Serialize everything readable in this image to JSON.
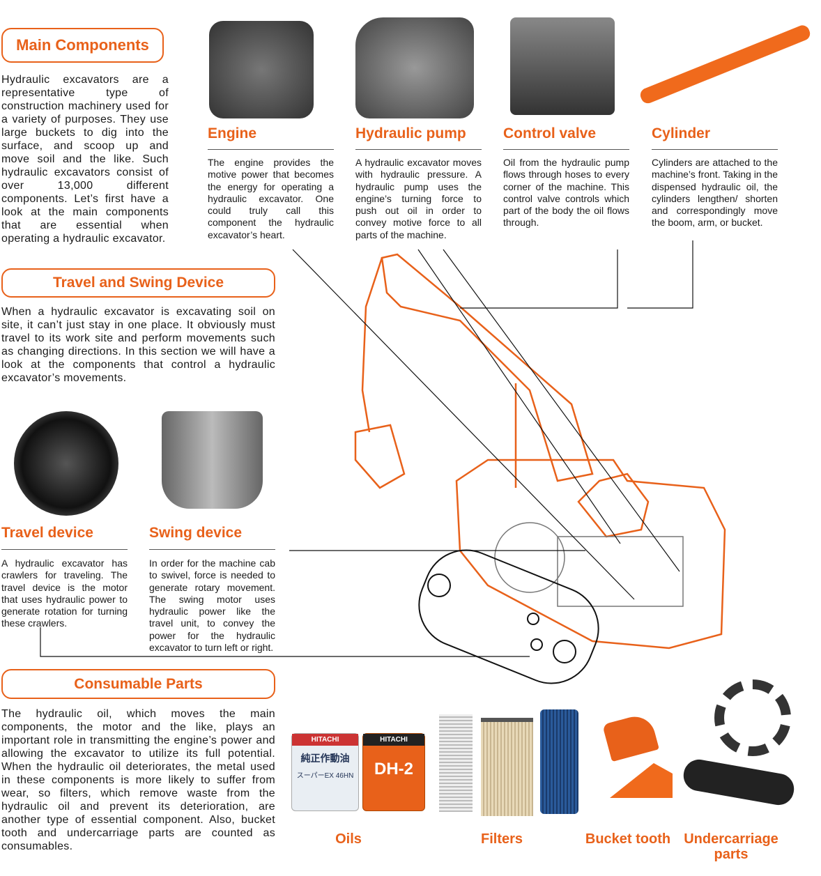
{
  "main_components": {
    "heading": "Main Components",
    "body": "Hydraulic excavators are a representative type of construction machinery used for a variety of purposes. They use large buckets to dig into the surface, and scoop up and move soil and the like. Such hydraulic excavators consist of over 13,000 different components. Let’s first have a look at the main components that are essential when operating a hydraulic excavator.",
    "items": [
      {
        "title": "Engine",
        "text": "The engine provides the motive power that becomes the energy for operating a hydraulic excavator. One could truly call this component the hydraulic excavator’s heart."
      },
      {
        "title": "Hydraulic pump",
        "text": "A hydraulic excavator moves with hydraulic pressure. A hydraulic pump uses the engine’s turning force to push out oil in order to convey motive force to all parts of the machine."
      },
      {
        "title": "Control valve",
        "text": "Oil from the hydraulic pump flows through hoses to every corner of the machine. This control valve controls which part of the body the oil flows through."
      },
      {
        "title": "Cylinder",
        "text": "Cylinders are attached to the machine’s front. Taking in the dispensed hydraulic oil, the cylinders lengthen/ shorten and correspondingly move the boom, arm, or bucket."
      }
    ]
  },
  "travel_swing": {
    "heading": "Travel and Swing Device",
    "body": "When a hydraulic excavator is excavating soil on site, it can’t just stay in one place. It obviously must travel to its work site and perform movements such as changing directions. In this section we will have a look at the components that control a hydraulic excavator’s movements.",
    "items": [
      {
        "title": "Travel device",
        "text": "A hydraulic excavator has crawlers for traveling. The travel device is the motor that uses hydraulic power to generate rotation for turning these crawlers."
      },
      {
        "title": "Swing device",
        "text": "In order for the machine cab to swivel, force is needed to generate rotary movement. The swing motor uses hydraulic power like the travel unit, to convey the power for the hydraulic excavator to turn left or right."
      }
    ]
  },
  "consumables": {
    "heading": "Consumable Parts",
    "body": "The hydraulic oil, which moves the main components, the motor and the like, plays an important role in transmitting the engine’s power and allowing the excavator to utilize its full potential. When the hydraulic oil deteriorates, the metal used in these components is more likely to suffer from wear, so filters, which remove waste from the hydraulic oil and prevent its deterioration, are another type of essential component. Also, bucket tooth and undercarriage parts are counted as consumables.",
    "labels": [
      "Oils",
      "Filters",
      "Bucket tooth",
      "Undercarriage parts"
    ],
    "can_labels": {
      "brand": "HITACHI",
      "can1": "純正作動油",
      "can1_sub": "スーパーEX 46HN",
      "can2": "DH-2"
    }
  },
  "colors": {
    "accent": "#e8611a"
  }
}
